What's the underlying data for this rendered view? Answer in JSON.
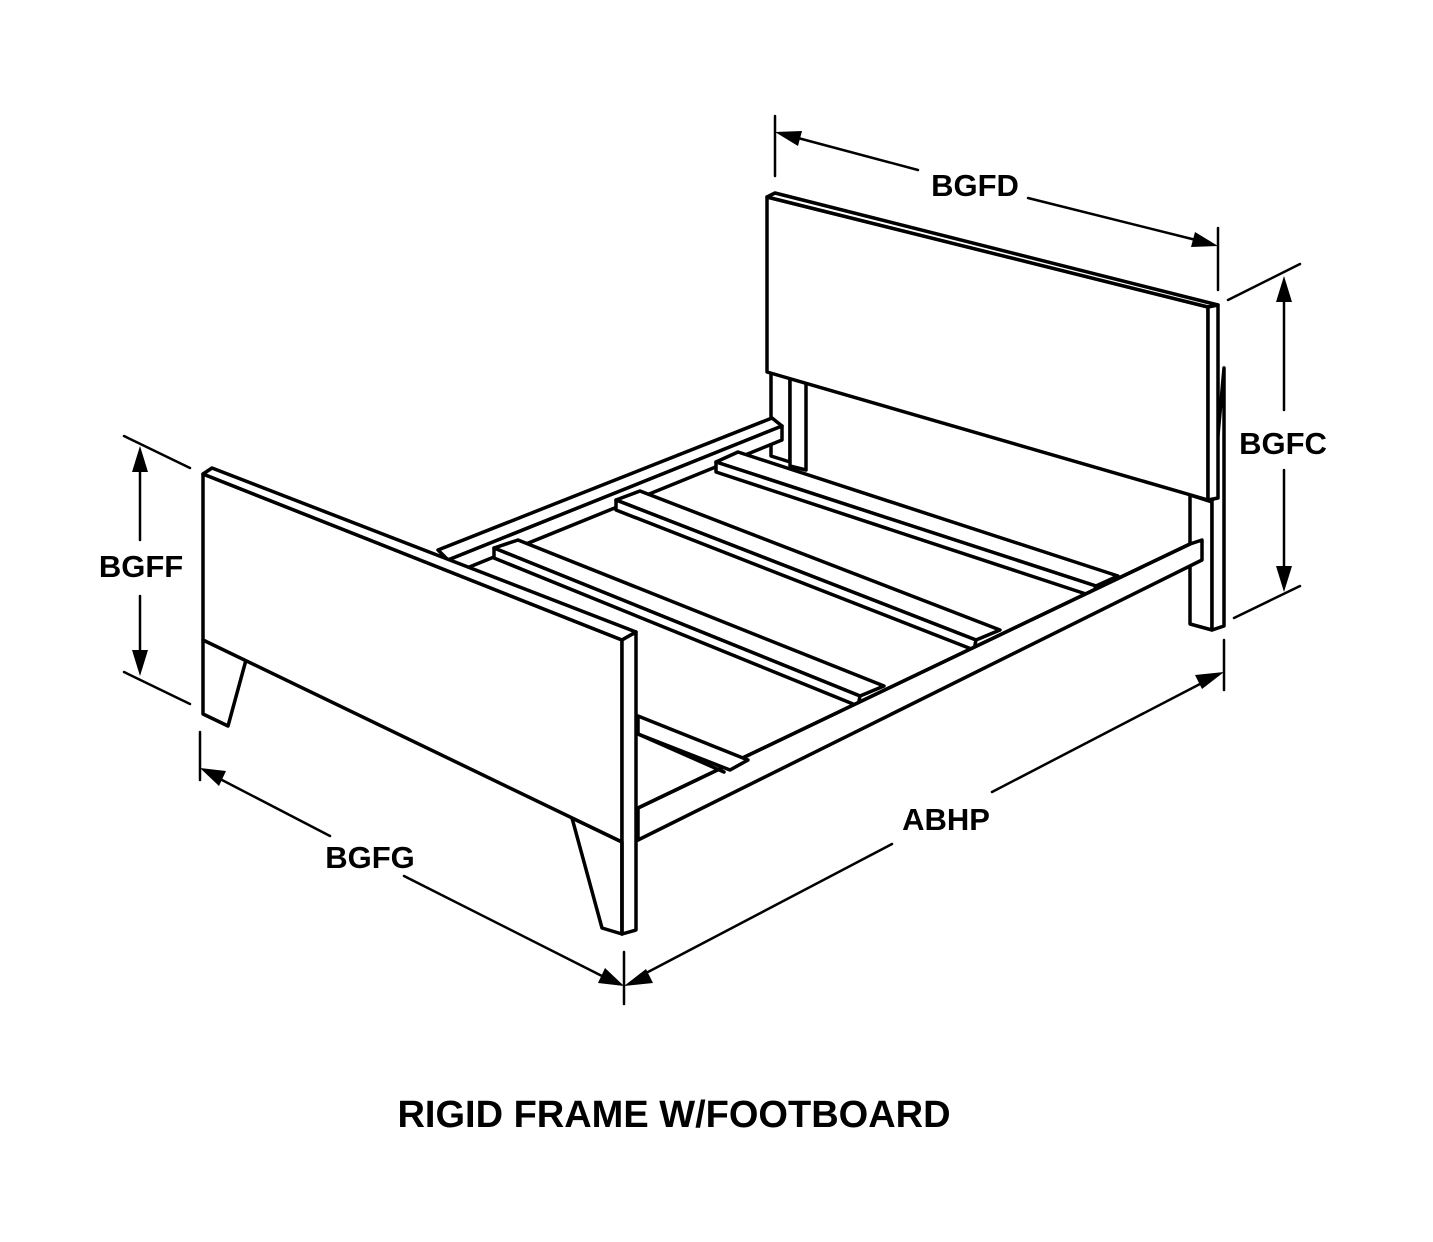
{
  "diagram": {
    "caption": "RIGID FRAME W/FOOTBOARD",
    "dimensions": {
      "headboard_width": "BGFD",
      "headboard_height": "BGFC",
      "footboard_height": "BGFF",
      "footboard_width": "BGFG",
      "frame_length": "ABHP"
    }
  }
}
